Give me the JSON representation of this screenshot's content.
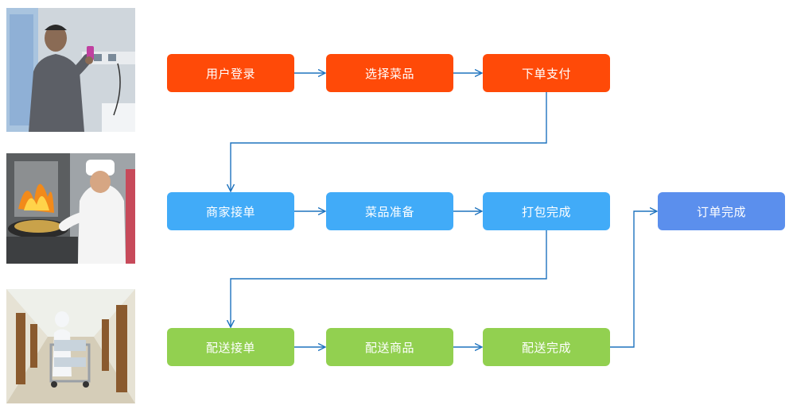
{
  "colors": {
    "user_stage": "#FF4A08",
    "merchant_stage": "#41ABF8",
    "delivery_stage": "#92D050",
    "final_stage": "#5B8FED",
    "arrow": "#1E73BE"
  },
  "photos": [
    {
      "id": "user",
      "subject": "man-using-phone-in-hospital-ward"
    },
    {
      "id": "chef",
      "subject": "chef-cooking-at-wok-with-flames"
    },
    {
      "id": "delivery",
      "subject": "worker-in-protective-suit-pushing-food-cart"
    }
  ],
  "flow": {
    "user_stage": [
      "用户登录",
      "选择菜品",
      "下单支付"
    ],
    "merchant_stage": [
      "商家接单",
      "菜品准备",
      "打包完成"
    ],
    "delivery_stage": [
      "配送接单",
      "配送商品",
      "配送完成"
    ],
    "final": "订单完成"
  }
}
